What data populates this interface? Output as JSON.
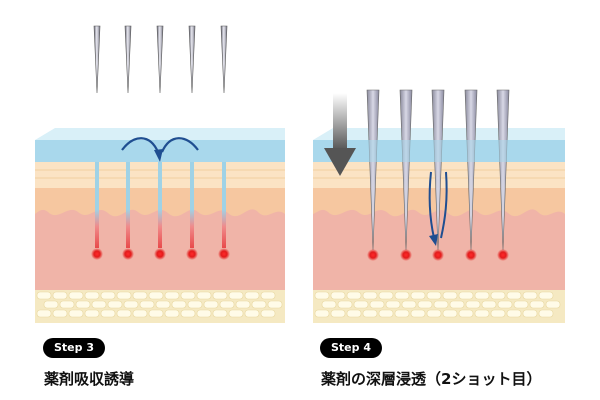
{
  "panels": [
    {
      "step_label": "Step 3",
      "caption": "薬剤吸収誘導"
    },
    {
      "step_label": "Step 4",
      "caption": "薬剤の深層浸透（2ショット目）"
    }
  ],
  "colors": {
    "gel": "#a9d8ec",
    "gel_top": "#d9f0f8",
    "epidermis": "#fbe3c4",
    "dermis_top": "#f6c7a0",
    "dermis": "#f0b4a8",
    "fat": "#f5e9c2",
    "fat_cell": "#fffbe8",
    "channel": "#9fd2e6",
    "channel_red": "#e84a4a",
    "dot": "#e31c1c",
    "needle": "#9a9aa8",
    "arrow_blue": "#1f4e91",
    "gray_arrow": "#666666"
  },
  "icons": [
    "microneedle-icon",
    "push-down-arrow-icon",
    "absorption-arrow-icon"
  ]
}
